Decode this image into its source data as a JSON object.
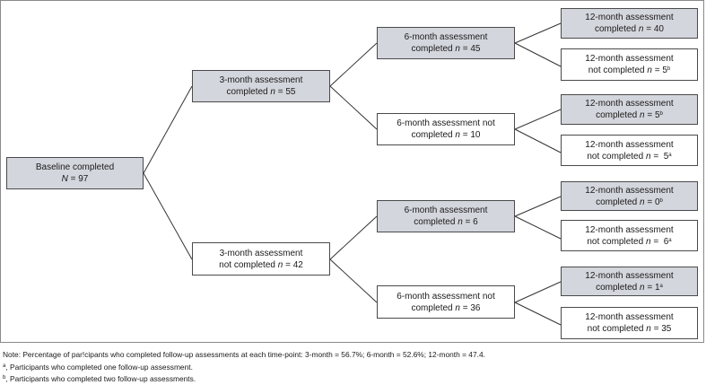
{
  "nodes": {
    "baseline": {
      "line1": "Baseline completed",
      "n_label": "N",
      "n_value": "= 97"
    },
    "m3_completed": {
      "line1": "3-month assessment",
      "line2_prefix": "completed",
      "n_label": "n",
      "n_value": "= 55"
    },
    "m3_not_completed": {
      "line1": "3-month assessment",
      "line2_prefix": "not completed",
      "n_label": "n",
      "n_value": "= 42"
    },
    "a_m6_completed": {
      "line1": "6-month assessment",
      "line2_prefix": "completed",
      "n_label": "n",
      "n_value": "= 45"
    },
    "a_m6_not_completed": {
      "line1": "6-month assessment not",
      "line2_prefix": "completed",
      "n_label": "n",
      "n_value": "= 10"
    },
    "b_m6_completed": {
      "line1": "6-month assessment",
      "line2_prefix": "completed",
      "n_label": "n",
      "n_value": "= 6"
    },
    "b_m6_not_completed": {
      "line1": "6-month assessment not",
      "line2_prefix": "completed",
      "n_label": "n",
      "n_value": "= 36"
    },
    "m12_1": {
      "line1": "12-month assessment",
      "line2_prefix": "completed",
      "n_label": "n",
      "n_value": "= 40",
      "sup": ""
    },
    "m12_2": {
      "line1": "12-month assessment",
      "line2_prefix": "not completed",
      "n_label": "n",
      "n_value": "= 5",
      "sup": "b"
    },
    "m12_3": {
      "line1": "12-month assessment",
      "line2_prefix": "completed",
      "n_label": "n",
      "n_value": "= 5",
      "sup": "b"
    },
    "m12_4": {
      "line1": "12-month assessment",
      "line2_prefix": "not completed",
      "n_label": "n",
      "n_value": "=  5",
      "sup": "a"
    },
    "m12_5": {
      "line1": "12-month assessment",
      "line2_prefix": "completed",
      "n_label": "n",
      "n_value": "= 0",
      "sup": "b"
    },
    "m12_6": {
      "line1": "12-month assessment",
      "line2_prefix": "not completed",
      "n_label": "n",
      "n_value": "=  6",
      "sup": "a"
    },
    "m12_7": {
      "line1": "12-month assessment",
      "line2_prefix": "completed",
      "n_label": "n",
      "n_value": "= 1",
      "sup": "a"
    },
    "m12_8": {
      "line1": "12-month assessment",
      "line2_prefix": "not completed",
      "n_label": "n",
      "n_value": "= 35",
      "sup": ""
    }
  },
  "notes": {
    "note": "Note: Percentage of par!cipants who completed follow-up assessments at each time-point: 3-month = 56.7%; 6-month = 52.6%; 12-month = 47.4.",
    "footnote_a_mark": "a",
    "footnote_a_text": ", Participants who completed one follow-up assessment.",
    "footnote_b_mark": "b",
    "footnote_b_text": ", Participants who completed two follow-up assessments."
  },
  "colors": {
    "completed_fill": "#d4d6dd",
    "not_completed_fill": "#ffffff",
    "border": "#4a4a4a"
  }
}
